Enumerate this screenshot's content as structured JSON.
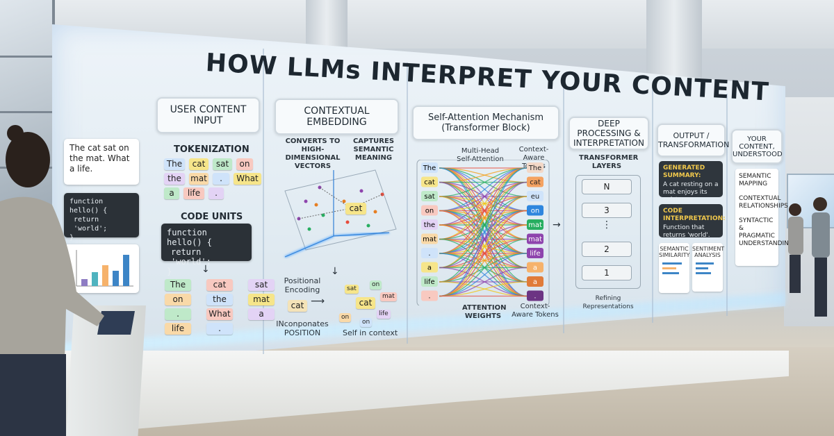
{
  "title": "HOW LLMs INTERPRET YOUR CONTENT",
  "sections": {
    "user_input": {
      "header": "USER CONTENT INPUT",
      "sample_text": "The cat sat on the mat. What a life.",
      "code_lines": [
        "function hello() {",
        "  return 'world';",
        "}"
      ]
    },
    "tokenization": {
      "label": "TOKENIZATION",
      "tokens": [
        "The",
        "cat",
        "sat",
        "on",
        "the",
        "mat",
        ".",
        "What",
        "a",
        "life",
        "."
      ]
    },
    "code_units": {
      "label": "CODE UNITS",
      "code_lines": [
        "function hello() {",
        "  return 'world';",
        "}"
      ],
      "tokens": [
        "The",
        "cat",
        "sat",
        "on",
        "the",
        "mat",
        ".",
        "What",
        "a",
        "life",
        "."
      ]
    },
    "embedding": {
      "header": "CONTEXTUAL EMBEDDING",
      "note_left": "CONVERTS TO HIGH-DIMENSIONAL VECTORS",
      "note_right": "CAPTURES SEMANTIC MEANING",
      "center_token": "cat",
      "positional_label": "Positional Encoding",
      "positional_token": "cat",
      "incorporates": "INconponates POSITION",
      "cluster_tokens": [
        "sat",
        "on",
        "mat",
        "life",
        "on",
        "on",
        "cat"
      ],
      "self_label": "Self in context"
    },
    "attention": {
      "header": "Self-Attention Mechanism (Transformer Block)",
      "multi_head": "Multi-Head Self-Attention",
      "context_aware_top": "Context-Aware Tokens",
      "input_tokens": [
        "The",
        "cat",
        "sat",
        "on",
        "the",
        "mat",
        ".",
        "a",
        "life",
        "."
      ],
      "output_tokens": [
        "The",
        "cat",
        "eu",
        "on",
        "mat",
        "mat",
        "life",
        "a",
        "a",
        "."
      ],
      "weights_label": "ATTENTION WEIGHTS",
      "context_aware_bottom": "Context-Aware Tokens"
    },
    "deep": {
      "header": "DEEP PROCESSING & INTERPRETATION",
      "layers_label": "TRANSFORMER LAYERS",
      "layers": [
        "N",
        "3",
        "2",
        "1"
      ],
      "dots": "⋮",
      "refining": "Refining Representations"
    },
    "output": {
      "header": "OUTPUT / TRANSFORMATION",
      "summary_head": "GENERATED SUMMARY:",
      "summary_text": "A cat resting on a mat enjoys its existence.",
      "code_head": "CODE INTERPRETATION:",
      "code_text": "Function that returns 'world'.",
      "sim_label": "SEMANTIC SIMILARITY",
      "sent_label": "SENTIMENT ANALYSIS"
    },
    "understood": {
      "header": "YOUR CONTENT, UNDERSTOOD",
      "items": [
        "SEMANTIC MAPPING",
        "CONTEXTUAL RELATIONSHIPS",
        "SYNTACTIC & PRAGMATIC UNDERSTANDING"
      ]
    }
  },
  "colors": {
    "token_palette": [
      "#cfe3fa",
      "#f6e58a",
      "#bfe9c9",
      "#f8c9c0",
      "#e3d3f5",
      "#f9d9a8"
    ],
    "line_palette": [
      "#e74c3c",
      "#f39c12",
      "#27ae60",
      "#2e86de",
      "#8e44ad",
      "#f1c40f"
    ]
  }
}
